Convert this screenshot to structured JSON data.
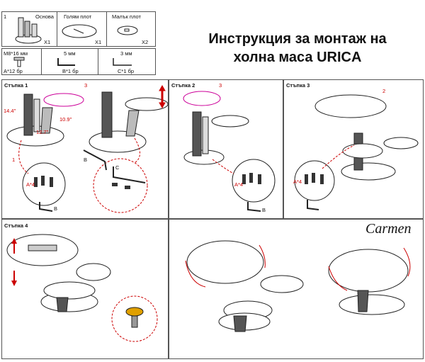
{
  "title_line1": "Инструкция за монтаж на",
  "title_line2": "холна маса URICA",
  "brand": "Carmen",
  "parts": [
    {
      "num": "1",
      "name": "Основа",
      "qty": "X1"
    },
    {
      "num": "",
      "name": "Голям плот",
      "qty": "X1"
    },
    {
      "num": "",
      "name": "Малък плот",
      "qty": "X2"
    }
  ],
  "hardware": [
    {
      "size": "M8*16 мм",
      "qty": "A*12 бр"
    },
    {
      "size": "5 мм",
      "qty": "B*1 бр"
    },
    {
      "size": "3 мм",
      "qty": "C*1 бр"
    }
  ],
  "steps": [
    "Стъпка 1",
    "Стъпка 2",
    "Стъпка 3",
    "Стъпка 4"
  ],
  "callouts": {
    "c1": "1",
    "c2": "2",
    "c3": "3"
  },
  "labels": {
    "dim1": "14.4\"",
    "dim2": "12.7\"",
    "dim3": "10.9\"",
    "bolt": "A*4",
    "key_b": "B",
    "key_c": "C"
  }
}
